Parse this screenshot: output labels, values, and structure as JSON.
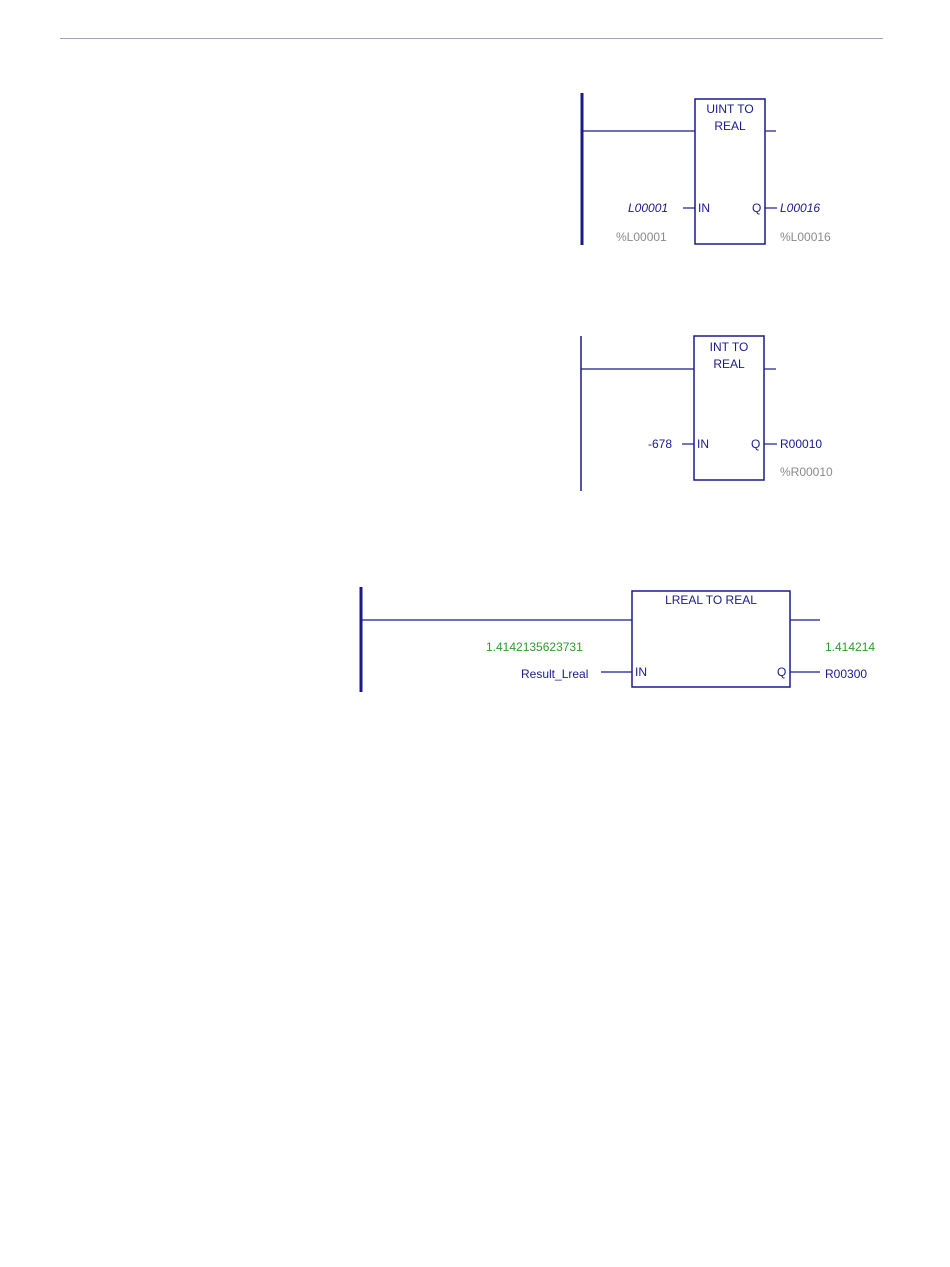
{
  "colors": {
    "line": "#1a1a8c",
    "address": "#8a8a8a",
    "value": "#2e9a2e",
    "header_rule": "#9aa7c0"
  },
  "rung1": {
    "block_title_line1": "UINT TO",
    "block_title_line2": "REAL",
    "in_pin": "IN",
    "q_pin": "Q",
    "in_operand": "L00001",
    "in_address": "%L00001",
    "q_operand": "L00016",
    "q_address": "%L00016"
  },
  "rung2": {
    "block_title_line1": "INT TO",
    "block_title_line2": "REAL",
    "in_pin": "IN",
    "q_pin": "Q",
    "in_operand": "-678",
    "q_operand": "R00010",
    "q_address": "%R00010"
  },
  "rung3": {
    "block_title": "LREAL TO REAL",
    "in_pin": "IN",
    "q_pin": "Q",
    "in_value": "1.4142135623731",
    "in_operand": "Result_Lreal",
    "q_value": "1.414214",
    "q_operand": "R00300"
  }
}
